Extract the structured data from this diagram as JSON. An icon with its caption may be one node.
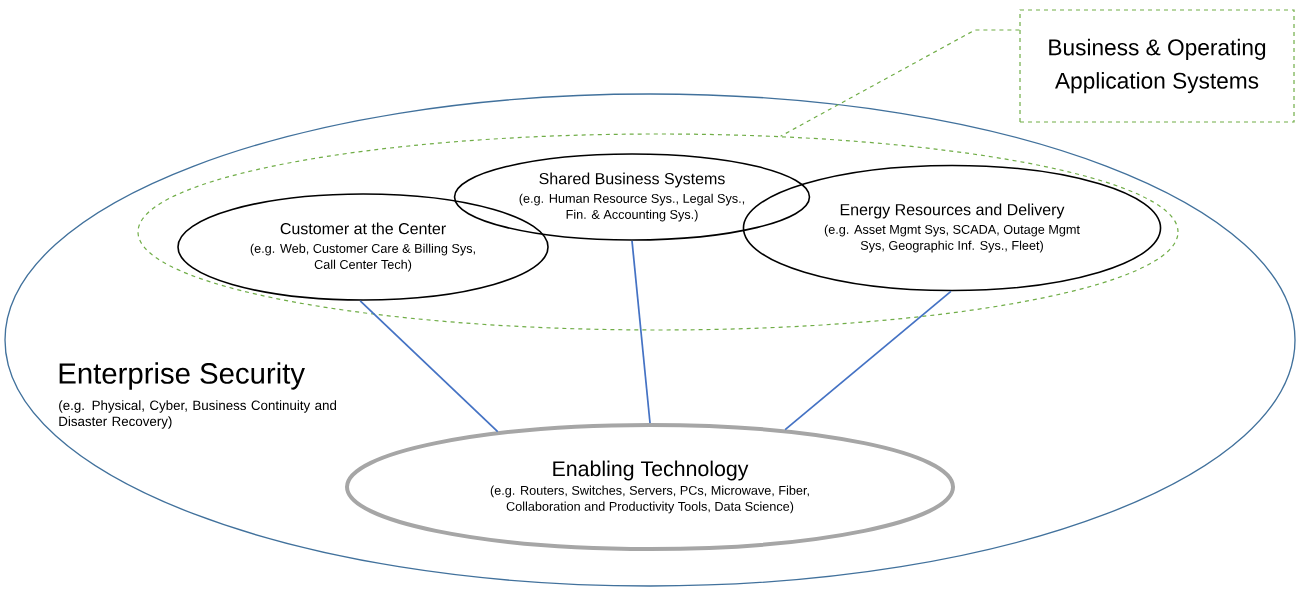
{
  "diagram": {
    "nodes": [
      {
        "text": [
          "Enterprise Security",
          "(e.g. Physical, Cyber, Business Continuity and Disaster Recovery)"
        ]
      },
      {
        "text": [],
        "shape": "ellipse",
        "in": 0
      },
      {
        "text": [
          "Customer at the Center",
          "(e.g. Web, Customer Care & Billing Sys, Call Center Tech)"
        ],
        "in": 1
      },
      {
        "text": [
          "Shared Business Systems",
          "(e.g. Human Resource Sys., Legal Sys., Fin. & Accounting Sys.)"
        ],
        "in": 1
      },
      {
        "text": [
          "Energy Resources and Delivery",
          "(e.g. Asset Mgmt Sys, SCADA, Outage Mgmt Sys, Geographic Inf. Sys., Fleet)"
        ],
        "in": 1
      },
      {
        "text": [
          "Enabling Technology",
          "(e.g. Routers, Switches, Servers, PCs, Microwave, Fiber, Collaboration and Productivity Tools, Data Science)"
        ],
        "in": 0
      },
      {
        "text": [
          "Business & Operating Application Systems"
        ]
      }
    ],
    "edges": [
      {
        "from": 6,
        "to": 1,
        "arrow": "none",
        "style": "dashed",
        "color": "#70ad47"
      },
      {
        "from": 2,
        "to": 5,
        "arrow": "none"
      },
      {
        "from": 3,
        "to": 5,
        "arrow": "none"
      },
      {
        "from": 4,
        "to": 5,
        "arrow": "none"
      }
    ]
  }
}
